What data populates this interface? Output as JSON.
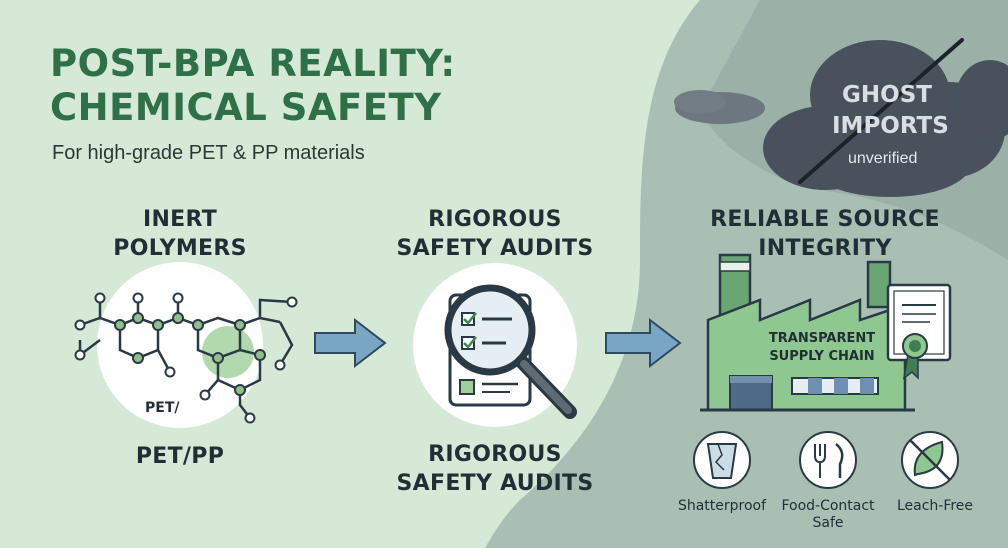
{
  "header": {
    "title_line1": "POST-BPA REALITY:",
    "title_line2": "CHEMICAL SAFETY",
    "subtitle": "For high-grade PET & PP materials"
  },
  "ghost": {
    "line1": "GHOST",
    "line2": "IMPORTS",
    "status": "unverified"
  },
  "sections": {
    "polymers": {
      "heading_line1": "INERT",
      "heading_line2": "POLYMERS",
      "inner_label": "PET/",
      "caption": "PET/PP"
    },
    "audits": {
      "heading_line1": "RIGOROUS",
      "heading_line2": "SAFETY AUDITS",
      "caption_line1": "RIGOROUS",
      "caption_line2": "SAFETY AUDITS"
    },
    "source": {
      "heading_line1": "RELIABLE SOURCE",
      "heading_line2": "INTEGRITY",
      "factory_line1": "TRANSPARENT",
      "factory_line2": "SUPPLY CHAIN"
    }
  },
  "badges": [
    {
      "label_line1": "Shatterproof",
      "label_line2": "",
      "icon": "cracked-cup-icon"
    },
    {
      "label_line1": "Food-Contact",
      "label_line2": "Safe",
      "icon": "fork-knife-icon"
    },
    {
      "label_line1": "Leach-Free",
      "label_line2": "",
      "icon": "leaf-slash-icon"
    }
  ],
  "colors": {
    "background": "#d5e9d6",
    "right_panel": "#9fb7ab",
    "title_green": "#2e7048",
    "arrow_blue": "#7aa6c5",
    "factory_green": "#8ec78f",
    "cloud_gray": "#49525c"
  }
}
